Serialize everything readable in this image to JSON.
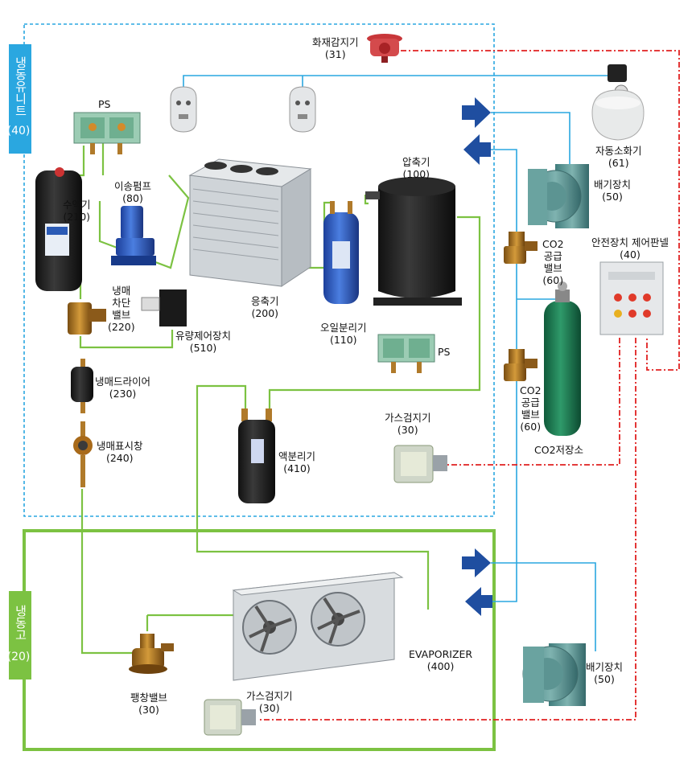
{
  "units": {
    "refrigeration_unit": {
      "name": "냉동유니트",
      "number": "(40)"
    },
    "freezer": {
      "name": "냉동고",
      "number": "(20)"
    }
  },
  "labels": {
    "fire_detector": {
      "name": "화재감지기",
      "number": "(31)"
    },
    "auto_extinguisher": {
      "name": "자동소화기",
      "number": "(61)"
    },
    "exhaust_top": {
      "name": "배기장치",
      "number": "(50)"
    },
    "exhaust_bottom": {
      "name": "배기장치",
      "number": "(50)"
    },
    "ps_top": {
      "name": "PS"
    },
    "ps_mid": {
      "name": "PS"
    },
    "transfer_pump": {
      "name": "이송펌프",
      "number": "(80)"
    },
    "receiver": {
      "name": "수액기",
      "number": "(210)"
    },
    "compressor": {
      "name": "압축기",
      "number": "(100)"
    },
    "co2_valve_top": {
      "line1": "CO2",
      "line2": "공급",
      "line3": "밸브",
      "number": "(60)"
    },
    "co2_valve_bottom": {
      "line1": "CO2",
      "line2": "공급",
      "line3": "밸브",
      "number": "(60)"
    },
    "control_panel": {
      "name": "안전장치 제어판넬",
      "number": "(40)"
    },
    "shutoff_valve": {
      "line1": "냉매",
      "line2": "차단",
      "line3": "밸브",
      "number": "(220)"
    },
    "condenser": {
      "name": "응축기",
      "number": "(200)"
    },
    "oil_separator": {
      "name": "오일분리기",
      "number": "(110)"
    },
    "flow_control": {
      "name": "유량제어장치",
      "number": "(510)"
    },
    "dryer": {
      "name": "냉매드라이어",
      "number": "(230)"
    },
    "sight_glass": {
      "name": "냉매표시창",
      "number": "(240)"
    },
    "gas_detector_mid": {
      "name": "가스검지기",
      "number": "(30)"
    },
    "accumulator": {
      "name": "액분리기",
      "number": "(410)"
    },
    "co2_storage": {
      "name": "CO2저장소"
    },
    "evaporator": {
      "name": "EVAPORIZER",
      "number": "(400)"
    },
    "expansion_valve": {
      "name": "팽창밸브",
      "number": "(30)"
    },
    "gas_detector_bottom": {
      "name": "가스검지기",
      "number": "(30)"
    }
  },
  "colors": {
    "unit_border": "#2aa7e0",
    "freezer_border": "#7cc242",
    "refrigerant_line": "#7cc242",
    "co2_line": "#2aa7e0",
    "signal_line": "#e02020",
    "arrow": "#1f4ea0",
    "unit_tag": "#2aa7e0",
    "freezer_tag": "#7cc242"
  }
}
